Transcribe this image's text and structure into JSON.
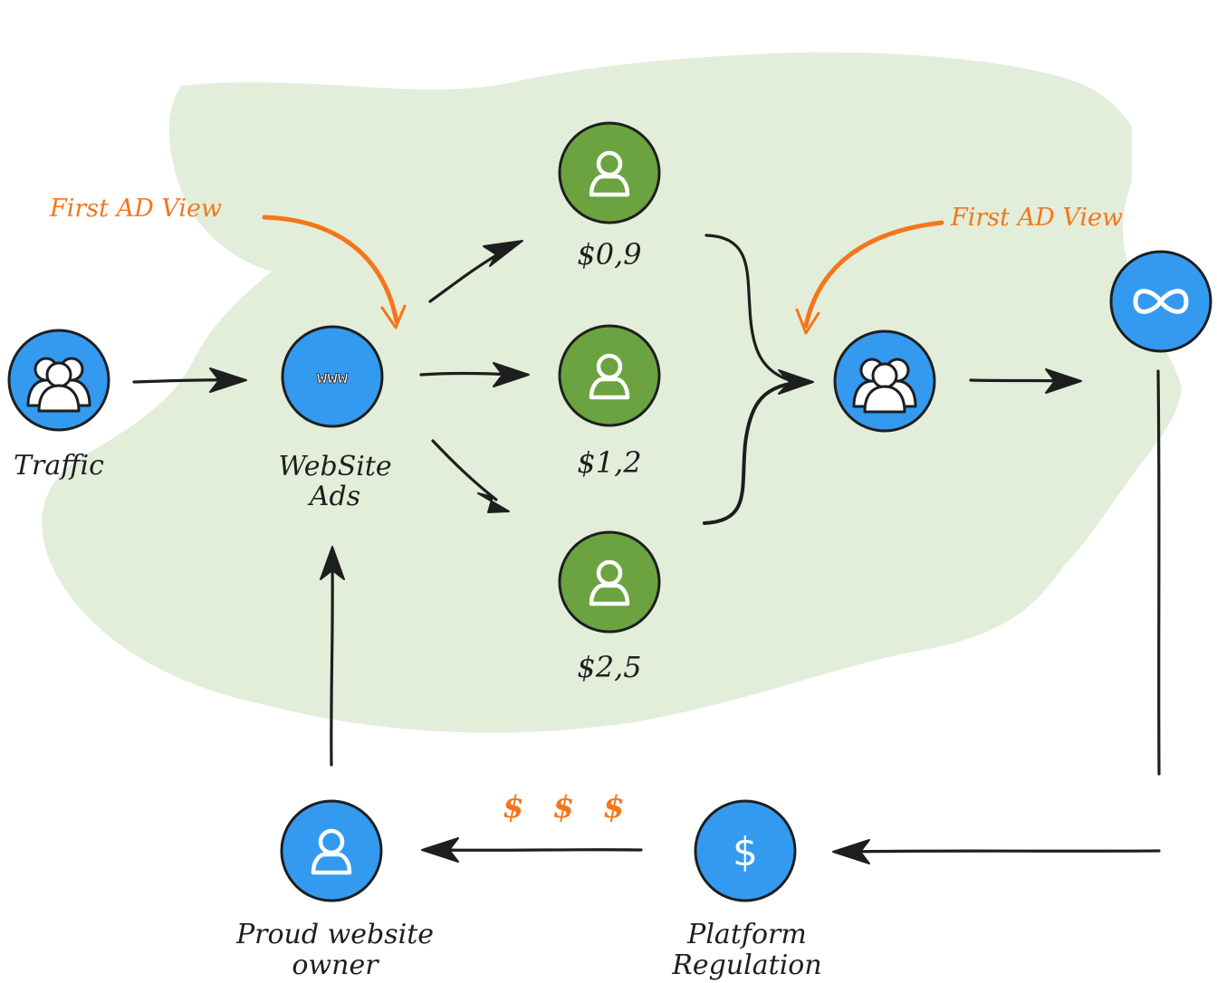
{
  "colors": {
    "blob": "#e2eed9",
    "blue_node": "#339af0",
    "green_node": "#6aa33f",
    "stroke": "#1e1e1e",
    "accent": "#f4761b"
  },
  "nodes": {
    "traffic": {
      "label": "Traffic",
      "icon": "users-icon"
    },
    "website": {
      "label_line1": "WebSite",
      "label_line2": "Ads",
      "icon": "www-icon",
      "icon_text": "www"
    },
    "user_a": {
      "price": "$0,9",
      "icon": "user-icon"
    },
    "user_b": {
      "price": "$1,2",
      "icon": "user-icon"
    },
    "user_c": {
      "price": "$2,5",
      "icon": "user-icon"
    },
    "audience": {
      "icon": "users-icon"
    },
    "loop": {
      "icon": "infinity-icon"
    },
    "platform": {
      "label_line1": "Platform",
      "label_line2": "Regulation",
      "icon": "dollar-icon",
      "icon_text": "$"
    },
    "owner": {
      "label_line1": "Proud website",
      "label_line2": "owner",
      "icon": "user-icon"
    }
  },
  "annotations": {
    "left": "First AD View",
    "right": "First AD View",
    "payment": "$ $ $"
  }
}
